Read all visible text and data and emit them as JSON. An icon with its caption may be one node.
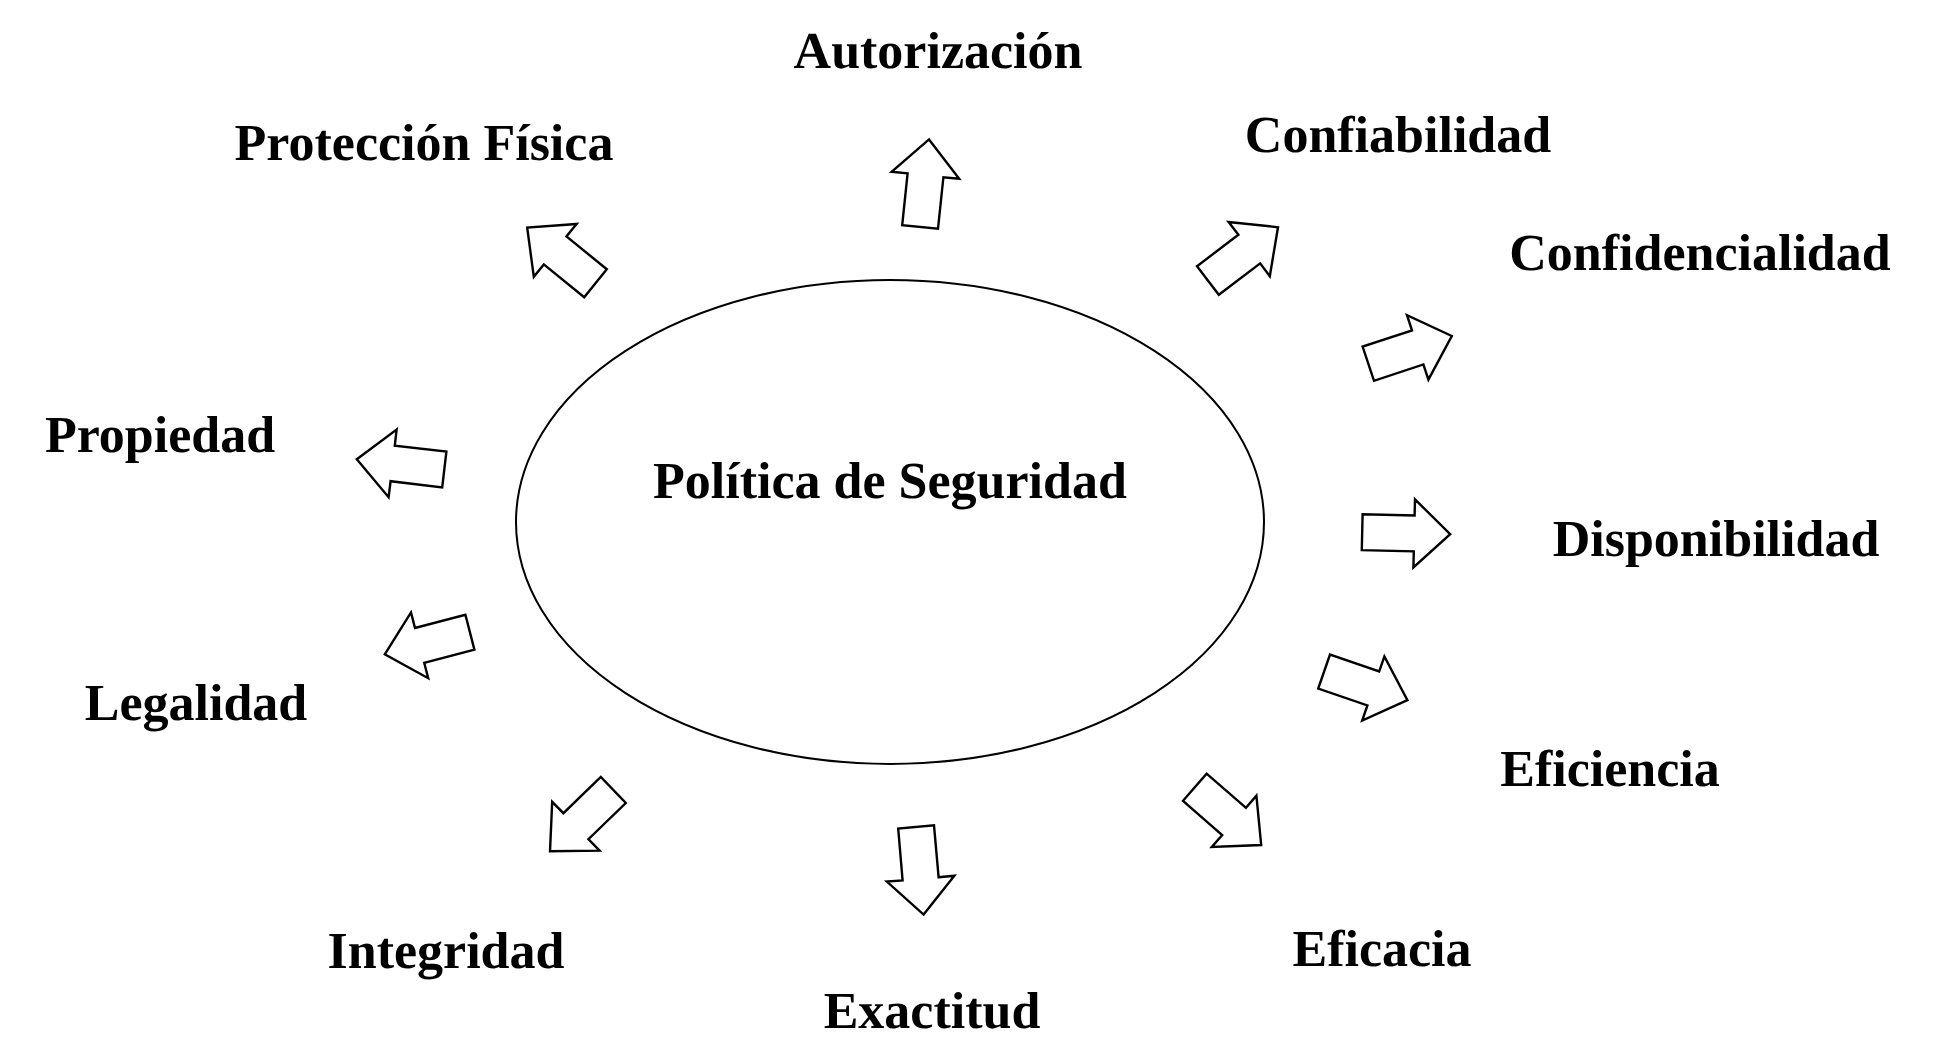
{
  "diagram": {
    "nodes": [
      {
        "text": [
          "Política de Seguridad"
        ]
      },
      {
        "text": [
          "Autorización"
        ]
      },
      {
        "text": [
          "Protección Física"
        ]
      },
      {
        "text": [
          "Confiabilidad"
        ]
      },
      {
        "text": [
          "Confidencialidad"
        ]
      },
      {
        "text": [
          "Propiedad"
        ]
      },
      {
        "text": [
          "Disponibilidad"
        ]
      },
      {
        "text": [
          "Legalidad"
        ]
      },
      {
        "text": [
          "Eficiencia"
        ]
      },
      {
        "text": [
          "Integridad"
        ]
      },
      {
        "text": [
          "Eficacia"
        ]
      },
      {
        "text": [
          "Exactitud"
        ]
      }
    ],
    "edges": [
      {
        "from": 0,
        "to": 1,
        "arrow": "to"
      },
      {
        "from": 0,
        "to": 2,
        "arrow": "to"
      },
      {
        "from": 0,
        "to": 3,
        "arrow": "to"
      },
      {
        "from": 0,
        "to": 4,
        "arrow": "to"
      },
      {
        "from": 0,
        "to": 5,
        "arrow": "to"
      },
      {
        "from": 0,
        "to": 6,
        "arrow": "to"
      },
      {
        "from": 0,
        "to": 7,
        "arrow": "to"
      },
      {
        "from": 0,
        "to": 8,
        "arrow": "to"
      },
      {
        "from": 0,
        "to": 9,
        "arrow": "to"
      },
      {
        "from": 0,
        "to": 10,
        "arrow": "to"
      },
      {
        "from": 0,
        "to": 11,
        "arrow": "to"
      }
    ]
  }
}
